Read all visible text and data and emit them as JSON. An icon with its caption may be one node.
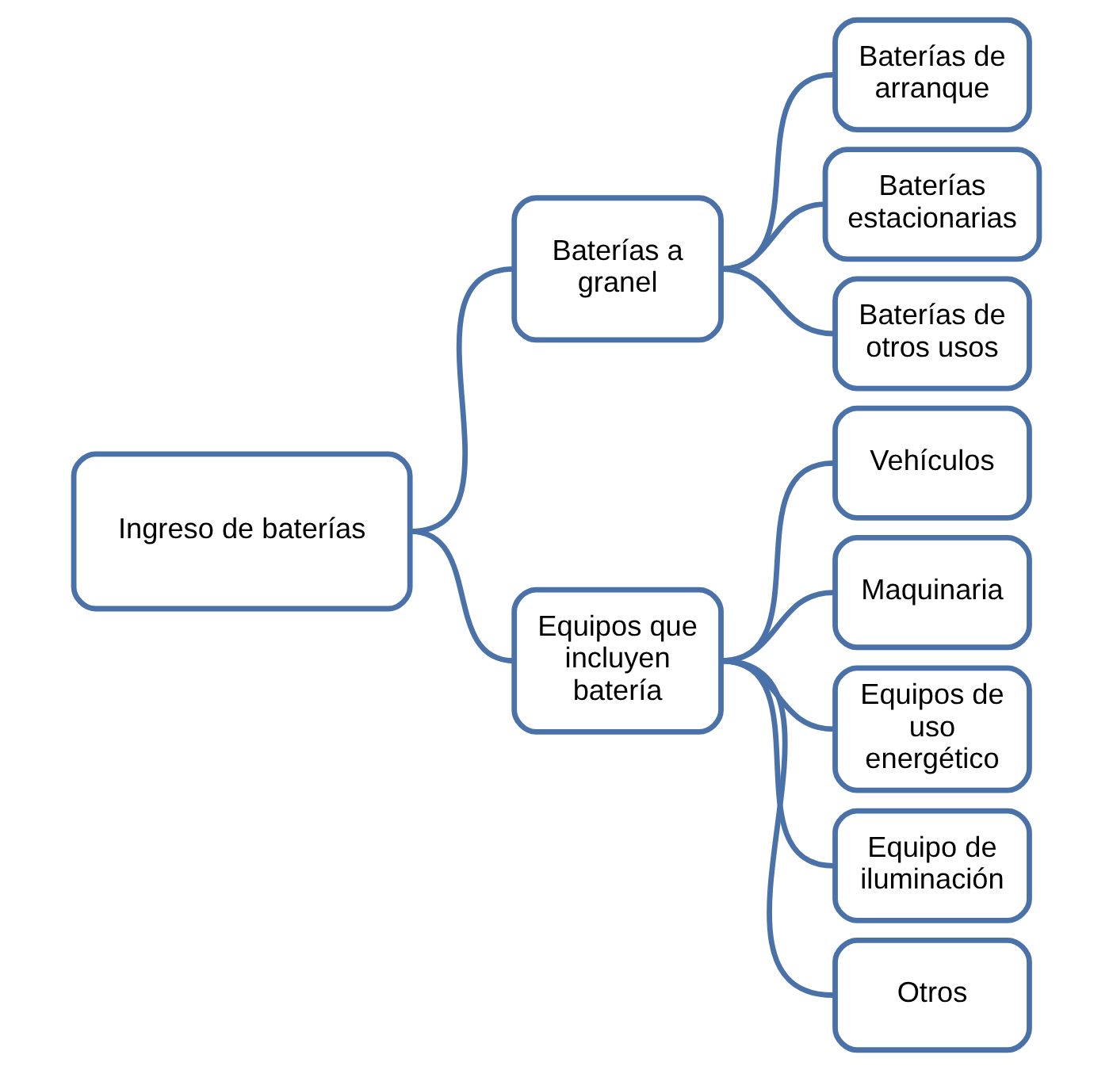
{
  "diagram": {
    "nodes": [
      {
        "text": [
          "Ingreso de baterías"
        ]
      },
      {
        "text": [
          "Baterías a granel"
        ]
      },
      {
        "text": [
          "Baterías de arranque"
        ]
      },
      {
        "text": [
          "Baterías estacionarias"
        ]
      },
      {
        "text": [
          "Baterías de otros usos"
        ]
      },
      {
        "text": [
          "Equipos que incluyen batería"
        ]
      },
      {
        "text": [
          "Vehículos"
        ]
      },
      {
        "text": [
          "Maquinaria"
        ]
      },
      {
        "text": [
          "Equipos de uso energético"
        ]
      },
      {
        "text": [
          "Equipo de iluminación"
        ]
      },
      {
        "text": [
          "Otros"
        ]
      }
    ],
    "edges": [
      {
        "from": 0,
        "to": 1,
        "arrow": "none"
      },
      {
        "from": 0,
        "to": 5,
        "arrow": "none"
      },
      {
        "from": 1,
        "to": 2,
        "arrow": "none"
      },
      {
        "from": 1,
        "to": 3,
        "arrow": "none"
      },
      {
        "from": 1,
        "to": 4,
        "arrow": "none"
      },
      {
        "from": 5,
        "to": 6,
        "arrow": "none"
      },
      {
        "from": 5,
        "to": 7,
        "arrow": "none"
      },
      {
        "from": 5,
        "to": 8,
        "arrow": "none"
      },
      {
        "from": 5,
        "to": 9,
        "arrow": "none"
      },
      {
        "from": 5,
        "to": 10,
        "arrow": "none"
      }
    ]
  }
}
